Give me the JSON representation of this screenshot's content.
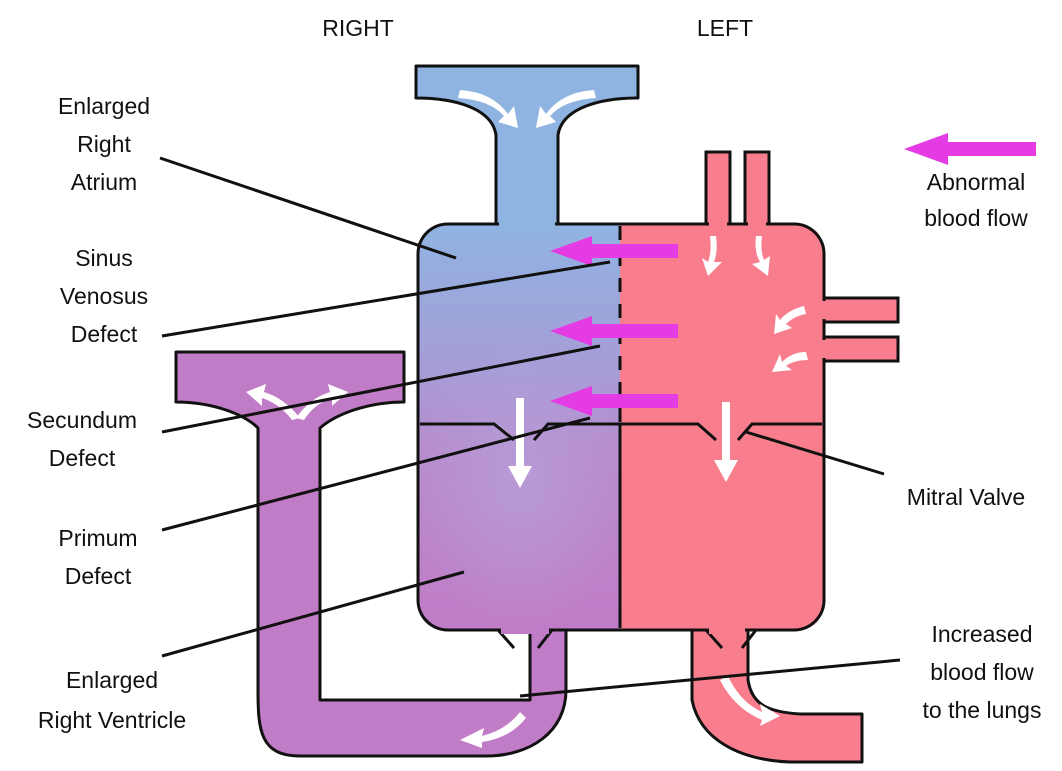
{
  "headers": {
    "right": "RIGHT",
    "left": "LEFT"
  },
  "labels": {
    "enlarged_right_atrium": [
      "Enlarged",
      "Right",
      "Atrium"
    ],
    "sinus_venosus_defect": [
      "Sinus",
      "Venosus",
      "Defect"
    ],
    "secundum_defect": [
      "Secundum",
      "Defect"
    ],
    "primum_defect": [
      "Primum",
      "Defect"
    ],
    "enlarged_right_ventricle": [
      "Enlarged",
      "Right Ventricle"
    ],
    "abnormal_blood_flow": [
      "Abnormal",
      "blood flow"
    ],
    "mitral_valve": [
      "Mitral Valve"
    ],
    "increased_blood_flow": [
      "Increased",
      "blood flow",
      "to the lungs"
    ]
  },
  "colors": {
    "deoxygenated_blue": "#8fb4e2",
    "oxygenated_red": "#f97e8d",
    "mixed_purple": "#c07cc6",
    "abnormal_flow_magenta": "#e43be4",
    "outline": "#111111",
    "flow_arrow": "#ffffff"
  }
}
